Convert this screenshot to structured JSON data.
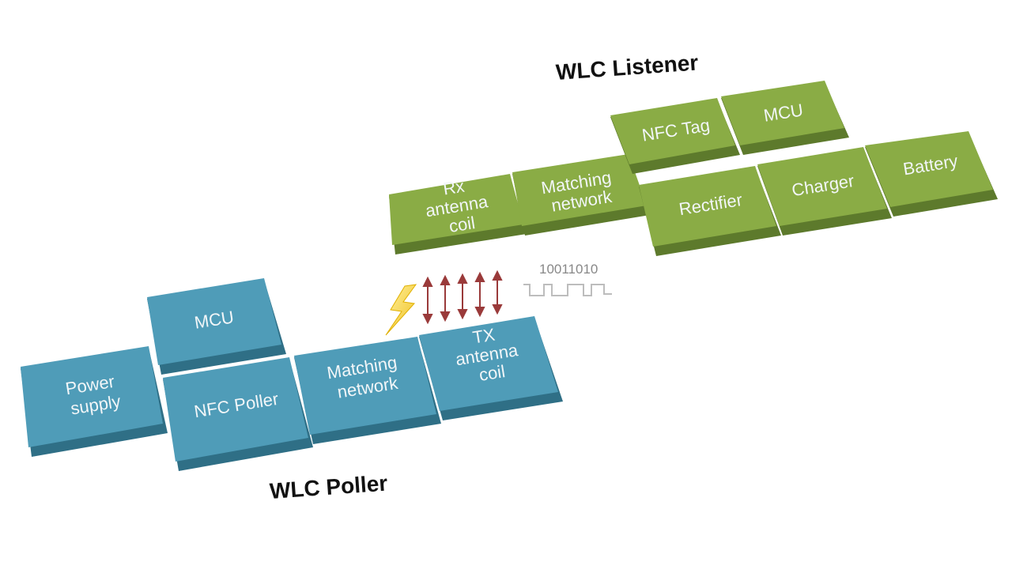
{
  "listener": {
    "title": "WLC Listener",
    "color": "#8aac45",
    "blocks": [
      {
        "id": "rx-antenna-coil",
        "label": [
          "Rx",
          "antenna",
          "coil"
        ]
      },
      {
        "id": "matching-network",
        "label": [
          "Matching",
          "network"
        ]
      },
      {
        "id": "nfc-tag",
        "label": [
          "NFC Tag"
        ]
      },
      {
        "id": "mcu",
        "label": [
          "MCU"
        ]
      },
      {
        "id": "rectifier",
        "label": [
          "Rectifier"
        ]
      },
      {
        "id": "charger",
        "label": [
          "Charger"
        ]
      },
      {
        "id": "battery",
        "label": [
          "Battery"
        ]
      }
    ]
  },
  "poller": {
    "title": "WLC Poller",
    "color": "#4f9cb8",
    "blocks": [
      {
        "id": "mcu",
        "label": [
          "MCU"
        ]
      },
      {
        "id": "power-supply",
        "label": [
          "Power",
          "supply"
        ]
      },
      {
        "id": "nfc-poller",
        "label": [
          "NFC Poller"
        ]
      },
      {
        "id": "matching-network",
        "label": [
          "Matching",
          "network"
        ]
      },
      {
        "id": "tx-antenna-coil",
        "label": [
          "TX",
          "antenna",
          "coil"
        ]
      }
    ]
  },
  "signal": {
    "bits": "10011010"
  }
}
